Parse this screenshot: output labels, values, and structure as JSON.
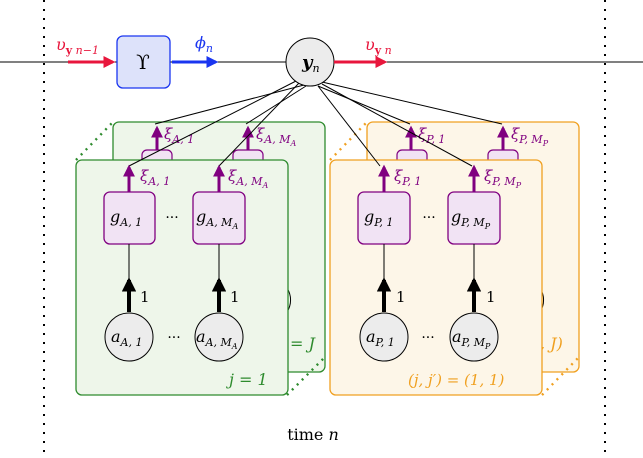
{
  "colors": {
    "red": "#e8163c",
    "blue": "#1a35f0",
    "purple": "#800080",
    "green": "#2e8b2e",
    "green_fill": "#eef6ea",
    "orange": "#f0a020",
    "orange_fill": "#fdf6e8",
    "node_fill": "#ececec",
    "factor_fill": "#f1e3f4",
    "upsilon_fill": "#dde2fa"
  },
  "top": {
    "upsilon_prev": {
      "base": "υ",
      "sub_bold": "y",
      "sub_rest": " n−1"
    },
    "upsilon_factor": "ϒ",
    "phi": {
      "base": "ϕ",
      "sub": "n"
    },
    "y_node": {
      "base": "y",
      "sub": "n"
    },
    "upsilon_next": {
      "base": "υ",
      "sub_bold": "y",
      "sub_rest": " n"
    }
  },
  "groupA": {
    "back_label": "= J",
    "front_label": "j = 1",
    "xi_1": {
      "base": "ξ",
      "sub": "A, 1"
    },
    "xi_M": {
      "base": "ξ",
      "sub": "A, M",
      "subsub": "A"
    },
    "g_1": {
      "base": "g",
      "sub": "A, 1"
    },
    "g_M": {
      "base": "g",
      "sub": "A, M",
      "subsub": "A"
    },
    "a_1": {
      "base": "a",
      "sub": "A, 1"
    },
    "a_M": {
      "base": "a",
      "sub": "A, M",
      "subsub": "A"
    },
    "edge_label": "1",
    "dots": "···"
  },
  "groupP": {
    "back_label": ", J)",
    "front_label": "(j, j′) = (1, 1)",
    "xi_1": {
      "base": "ξ",
      "sub": "P, 1"
    },
    "xi_M": {
      "base": "ξ",
      "sub": "P, M",
      "subsub": "P"
    },
    "g_1": {
      "base": "g",
      "sub": "P, 1"
    },
    "g_M": {
      "base": "g",
      "sub": "P, M",
      "subsub": "P"
    },
    "a_1": {
      "base": "a",
      "sub": "P, 1"
    },
    "a_M": {
      "base": "a",
      "sub": "P, M",
      "subsub": "P"
    },
    "edge_label": "1",
    "dots": "···"
  },
  "time_label": {
    "text": "time",
    "var": "n"
  }
}
